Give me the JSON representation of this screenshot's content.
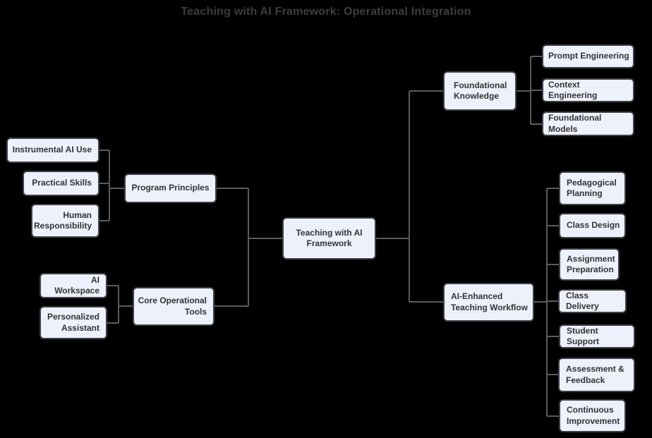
{
  "title": "Teaching with AI Framework: Operational Integration",
  "colors": {
    "background": "#000000",
    "node_fill": "#edf1fb",
    "node_border": "#3f3f46",
    "node_text": "#333333",
    "connector": "#5c5c5c",
    "title_text": "#3d3d3d"
  },
  "diagram": {
    "root": {
      "label": "Teaching with AI Framework"
    },
    "left_branches": [
      {
        "label": "Program Principles",
        "children": [
          {
            "label": "Instrumental AI Use"
          },
          {
            "label": "Practical Skills"
          },
          {
            "label": "Human Responsibility"
          }
        ]
      },
      {
        "label": "Core Operational Tools",
        "children": [
          {
            "label": "AI Workspace"
          },
          {
            "label": "Personalized Assistant"
          }
        ]
      }
    ],
    "right_branches": [
      {
        "label": "Foundational Knowledge",
        "children": [
          {
            "label": "Prompt Engineering"
          },
          {
            "label": "Context Engineering"
          },
          {
            "label": "Foundational Models"
          }
        ]
      },
      {
        "label": "AI-Enhanced Teaching Workflow",
        "children": [
          {
            "label": "Pedagogical Planning"
          },
          {
            "label": "Class Design"
          },
          {
            "label": "Assignment Preparation"
          },
          {
            "label": "Class Delivery"
          },
          {
            "label": "Student Support"
          },
          {
            "label": "Assessment & Feedback"
          },
          {
            "label": "Continuous Improvement"
          }
        ]
      }
    ]
  }
}
